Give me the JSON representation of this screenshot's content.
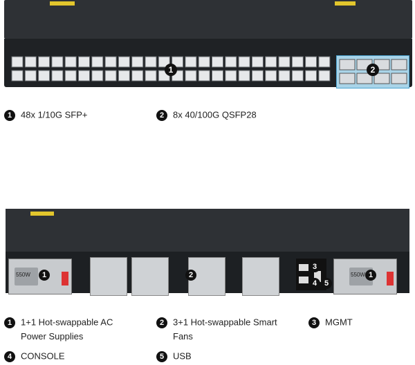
{
  "front": {
    "label_1": "1",
    "label_2": "2",
    "legend": [
      {
        "num": "1",
        "text": "48x 1/10G SFP+"
      },
      {
        "num": "2",
        "text": "8x 40/100G QSFP28"
      }
    ]
  },
  "rear": {
    "psu_left_label": "550W",
    "psu_right_label": "550W",
    "badges": [
      "1",
      "2",
      "3",
      "4",
      "5",
      "1"
    ],
    "legend": [
      {
        "num": "1",
        "line1": "1+1 Hot-swappable AC",
        "line2": "Power Supplies"
      },
      {
        "num": "2",
        "line1": "3+1 Hot-swappable Smart",
        "line2": "Fans"
      },
      {
        "num": "3",
        "line1": "MGMT"
      },
      {
        "num": "4",
        "line1": "CONSOLE"
      },
      {
        "num": "5",
        "line1": "USB"
      }
    ]
  },
  "colors": {
    "chassis": "#2e3135",
    "qsfp_highlight": "#4aa3d0"
  }
}
